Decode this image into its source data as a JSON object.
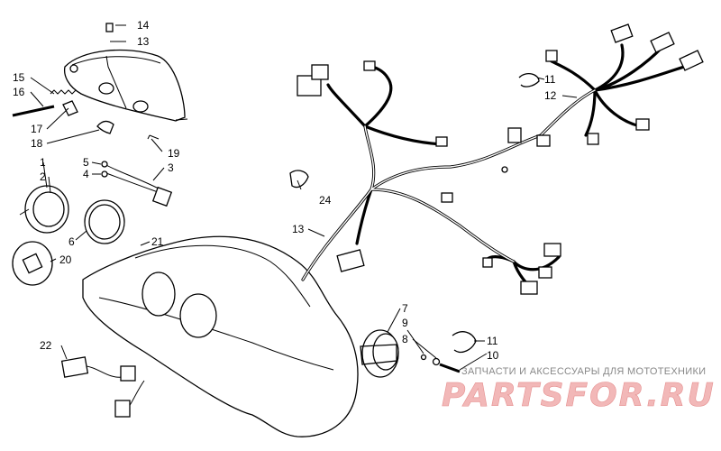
{
  "callouts": [
    {
      "id": "c1",
      "text": "1"
    },
    {
      "id": "c2",
      "text": "2"
    },
    {
      "id": "c3",
      "text": "3"
    },
    {
      "id": "c4",
      "text": "4"
    },
    {
      "id": "c5",
      "text": "5"
    },
    {
      "id": "c6",
      "text": "6"
    },
    {
      "id": "c7",
      "text": "7"
    },
    {
      "id": "c8",
      "text": "8"
    },
    {
      "id": "c9",
      "text": "9"
    },
    {
      "id": "c10",
      "text": "10"
    },
    {
      "id": "c11a",
      "text": "11"
    },
    {
      "id": "c11b",
      "text": "11"
    },
    {
      "id": "c12",
      "text": "12"
    },
    {
      "id": "c13",
      "text": "13"
    },
    {
      "id": "c14",
      "text": "14"
    },
    {
      "id": "c15",
      "text": "15"
    },
    {
      "id": "c16",
      "text": "16"
    },
    {
      "id": "c17",
      "text": "17"
    },
    {
      "id": "c18",
      "text": "18"
    },
    {
      "id": "c19",
      "text": "19"
    },
    {
      "id": "c20",
      "text": "20"
    },
    {
      "id": "c21",
      "text": "21"
    },
    {
      "id": "c22",
      "text": "22"
    },
    {
      "id": "c23",
      "text": "23"
    },
    {
      "id": "c24",
      "text": "24"
    }
  ],
  "watermark": {
    "tagline": "ЗАПЧАСТИ И АКСЕССУАРЫ ДЛЯ МОТОТЕХНИКИ",
    "logo": "PARTSFOR.RU"
  },
  "colors": {
    "line": "#000000",
    "watermark_text": "#e58f8f",
    "tagline": "#888888"
  }
}
